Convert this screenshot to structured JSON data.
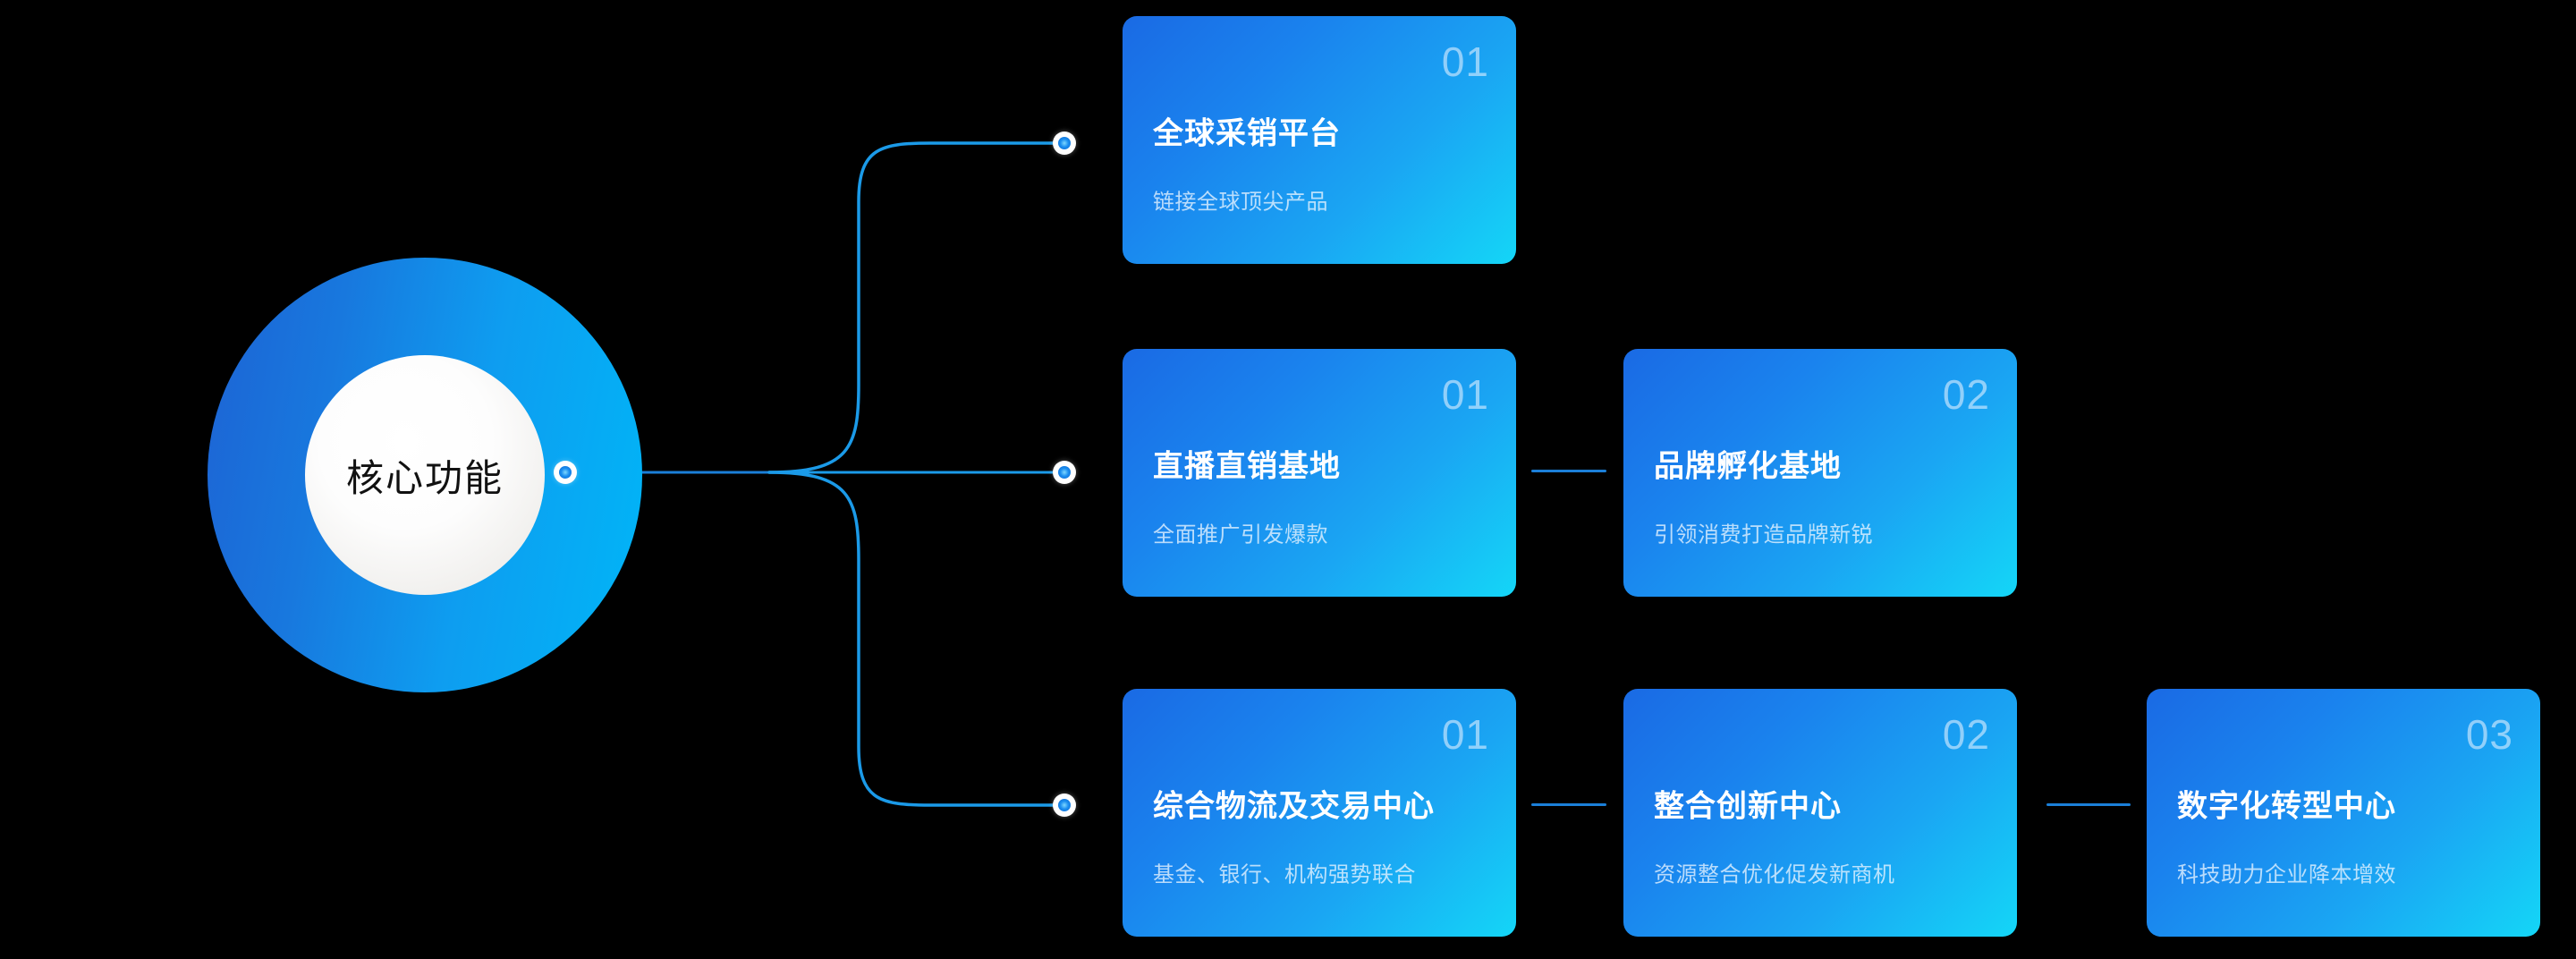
{
  "hub": {
    "label": "核心功能",
    "colors": {
      "outer_from": "#1d63d4",
      "outer_to": "#00b6f7",
      "inner": "#ffffff"
    }
  },
  "colors": {
    "background": "#000000",
    "card_from": "#1a6ae4",
    "card_to": "#14d6f7",
    "connector": "#1b9ae8",
    "card_link": "#1b7fd8",
    "number": "#9dc8f5"
  },
  "branches": [
    {
      "name": "branch-top",
      "cards": [
        {
          "number": "01",
          "title": "全球采销平台",
          "subtitle": "链接全球顶尖产品"
        }
      ]
    },
    {
      "name": "branch-middle",
      "cards": [
        {
          "number": "01",
          "title": "直播直销基地",
          "subtitle": "全面推广引发爆款"
        },
        {
          "number": "02",
          "title": "品牌孵化基地",
          "subtitle": "引领消费打造品牌新锐"
        }
      ]
    },
    {
      "name": "branch-bottom",
      "cards": [
        {
          "number": "01",
          "title": "综合物流及交易中心",
          "subtitle": "基金、银行、机构强势联合"
        },
        {
          "number": "02",
          "title": "整合创新中心",
          "subtitle": "资源整合优化促发新商机"
        },
        {
          "number": "03",
          "title": "数字化转型中心",
          "subtitle": "科技助力企业降本增效"
        }
      ]
    }
  ]
}
